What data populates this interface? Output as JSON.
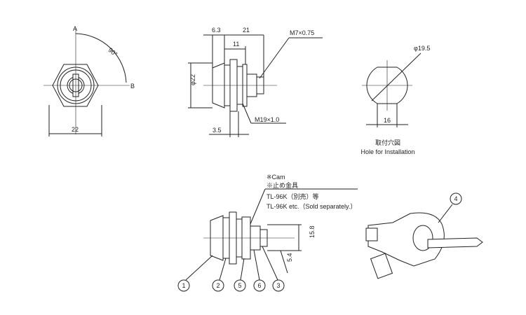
{
  "front_view": {
    "label_a": "A",
    "label_b": "B",
    "angle": "90°",
    "width": "22"
  },
  "side_view": {
    "dim_front": "6.3",
    "dim_total": "21",
    "dim_mid": "11",
    "thread_small": "M7×0.75",
    "diameter": "φ22",
    "thread_large": "M19×1.0",
    "dim_step": "3.5"
  },
  "hole_view": {
    "diameter": "φ19.5",
    "width": "16",
    "title_ja": "取付穴図",
    "title_en": "Hole for Installation"
  },
  "assembly": {
    "note_cam": "※Cam",
    "note_stop_ja": "※止め金具",
    "note_ja": "TL-96K（別売）等",
    "note_en": "TL-96K etc.（Sold separately.）",
    "dim_height": "15.8",
    "dim_offset": "5.4"
  },
  "callouts": [
    "1",
    "2",
    "5",
    "6",
    "3",
    "4"
  ]
}
